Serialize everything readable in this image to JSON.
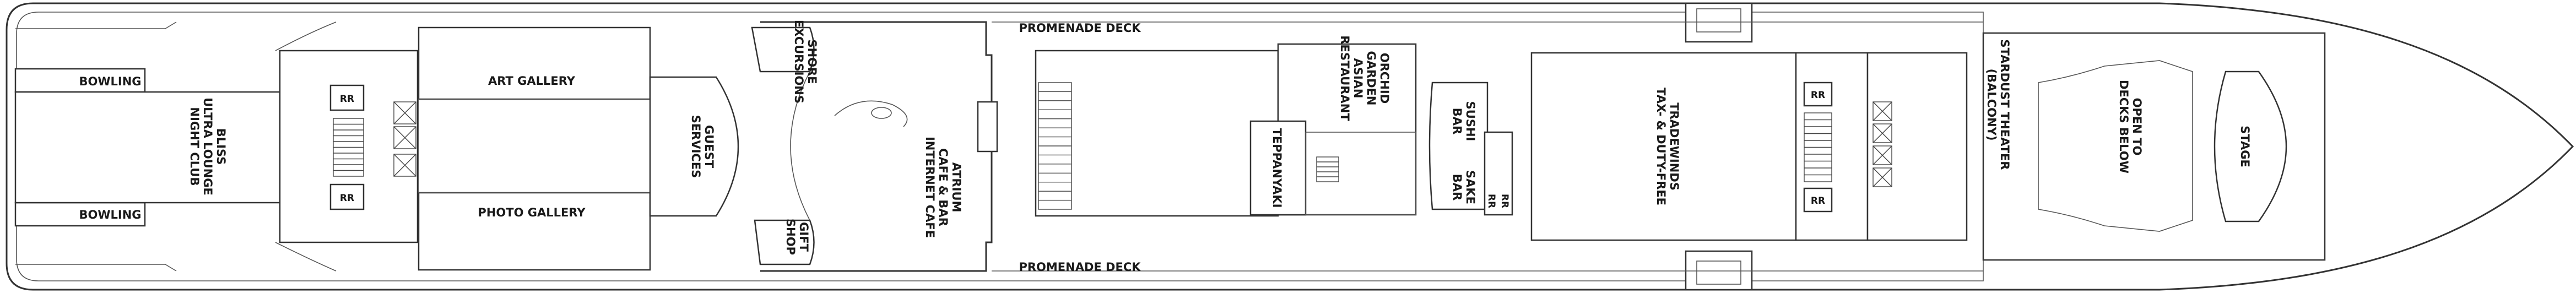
{
  "labels": {
    "promenade_top": "PROMENADE DECK",
    "promenade_bottom": "PROMENADE DECK",
    "bowling_top": "BOWLING",
    "bowling_bottom": "BOWLING",
    "bliss": [
      "BLISS",
      "ULTRA LOUNGE",
      "NIGHT CLUB"
    ],
    "art_gallery": "ART GALLERY",
    "photo_gallery": "PHOTO GALLERY",
    "guest_services": [
      "GUEST",
      "SERVICES"
    ],
    "shore_excursions": [
      "SHORE",
      "EXCURSIONS"
    ],
    "gift_shop": [
      "GIFT",
      "SHOP"
    ],
    "atrium": [
      "ATRIUM",
      "CAFE & BAR",
      "INTERNET CAFE"
    ],
    "orchid_garden": [
      "ORCHID",
      "GARDEN",
      "ASIAN",
      "RESTAURANT"
    ],
    "teppanyaki": "TEPPANYAKI",
    "sushi_bar": [
      "SUSHI",
      "BAR"
    ],
    "sake_bar": [
      "SAKE",
      "BAR"
    ],
    "tradewinds": [
      "TRADEWINDS",
      "TAX- & DUTY-FREE"
    ],
    "stardust_theater": [
      "STARDUST THEATER",
      "(BALCONY)"
    ],
    "open_to_decks": [
      "OPEN TO",
      "DECKS BELOW"
    ],
    "stage": "STAGE",
    "restroom": "RR"
  },
  "colors": {
    "wall": "#333333",
    "background": "#ffffff",
    "text": "#1a1a1a"
  }
}
